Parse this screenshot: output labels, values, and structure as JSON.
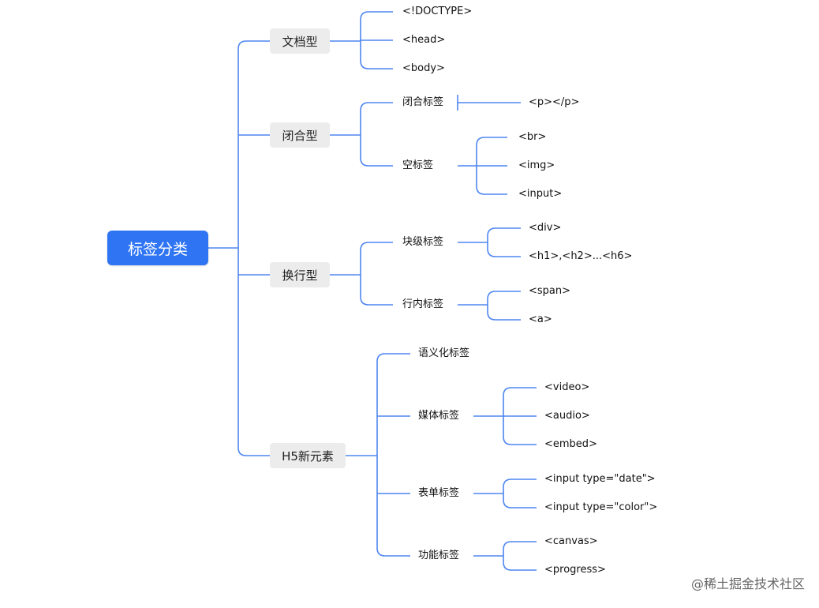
{
  "root": {
    "label": "标签分类"
  },
  "categories": [
    {
      "label": "文档型"
    },
    {
      "label": "闭合型"
    },
    {
      "label": "换行型"
    },
    {
      "label": "H5新元素"
    }
  ],
  "doc_type": {
    "items": [
      "<!DOCTYPE>",
      "<head>",
      "<body>"
    ]
  },
  "closing_type": {
    "paired": {
      "label": "闭合标签",
      "items": [
        "<p></p>"
      ]
    },
    "empty": {
      "label": "空标签",
      "items": [
        "<br>",
        "<img>",
        "<input>"
      ]
    }
  },
  "line_type": {
    "block": {
      "label": "块级标签",
      "items": [
        "<div>",
        "<h1>,<h2>...<h6>"
      ]
    },
    "inline": {
      "label": "行内标签",
      "items": [
        "<span>",
        "<a>"
      ]
    }
  },
  "h5_new": {
    "semantic": {
      "label": "语义化标签"
    },
    "media": {
      "label": "媒体标签",
      "items": [
        "<video>",
        "<audio>",
        "<embed>"
      ]
    },
    "form": {
      "label": "表单标签",
      "items": [
        "<input type=\"date\">",
        "<input type=\"color\">"
      ]
    },
    "function": {
      "label": "功能标签",
      "items": [
        "<canvas>",
        "<progress>"
      ]
    }
  },
  "credit": "@稀土掘金技术社区",
  "colors": {
    "root_bg": "#2f74f3",
    "line": "#4e86f0",
    "category_bg": "#ececec"
  }
}
